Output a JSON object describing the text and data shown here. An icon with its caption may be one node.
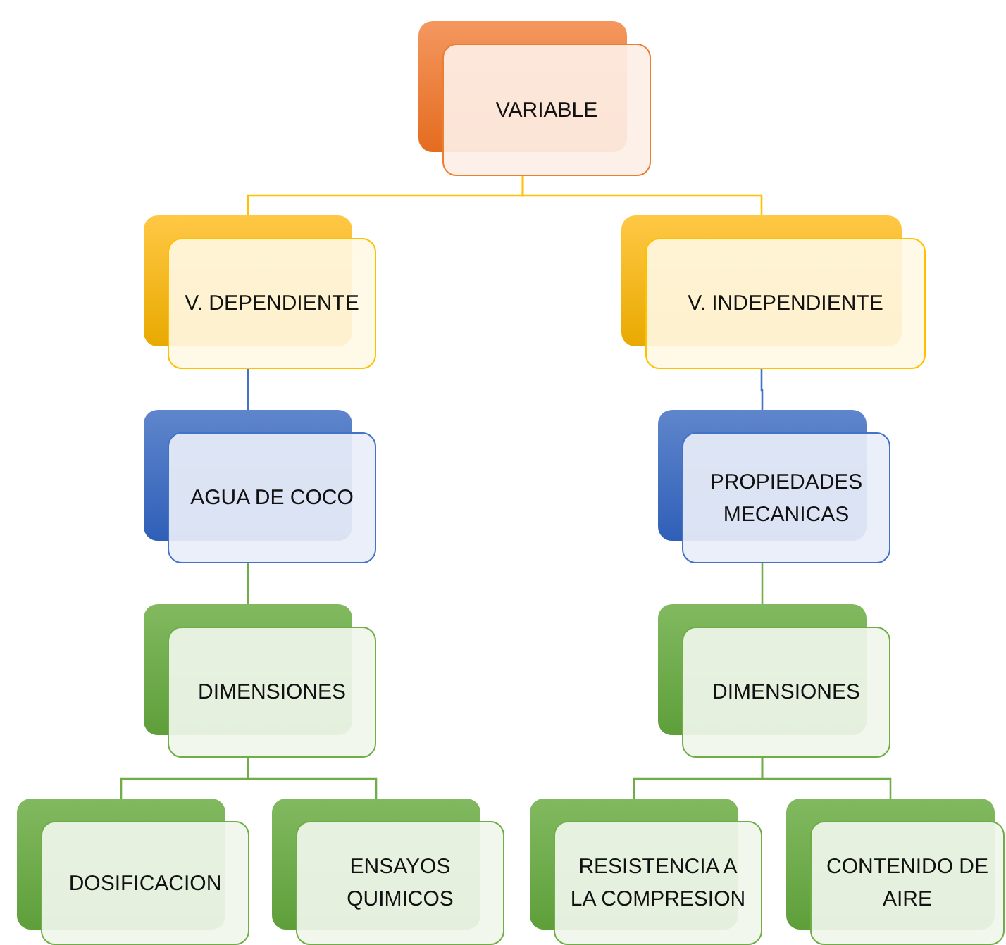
{
  "diagram": {
    "nodes": [
      {
        "text": [
          "VARIABLE"
        ]
      },
      {
        "text": [
          "V. DEPENDIENTE"
        ]
      },
      {
        "text": [
          "V. INDEPENDIENTE"
        ]
      },
      {
        "text": [
          "AGUA DE COCO"
        ]
      },
      {
        "text": [
          "PROPIEDADES MECANICAS"
        ]
      },
      {
        "text": [
          "DIMENSIONES"
        ]
      },
      {
        "text": [
          "DIMENSIONES"
        ]
      },
      {
        "text": [
          "DOSIFICACION"
        ]
      },
      {
        "text": [
          "ENSAYOS QUIMICOS"
        ]
      },
      {
        "text": [
          "RESISTENCIA A LA COMPRESION"
        ]
      },
      {
        "text": [
          "CONTENIDO DE AIRE"
        ]
      }
    ],
    "edges": [
      {
        "from": 0,
        "to": 1,
        "arrow": "none",
        "color": "#ffc000"
      },
      {
        "from": 0,
        "to": 2,
        "arrow": "none",
        "color": "#ffc000"
      },
      {
        "from": 1,
        "to": 3,
        "arrow": "none",
        "color": "#4472c4"
      },
      {
        "from": 2,
        "to": 4,
        "arrow": "none",
        "color": "#4472c4"
      },
      {
        "from": 3,
        "to": 5,
        "arrow": "none"
      },
      {
        "from": 4,
        "to": 6,
        "arrow": "none"
      },
      {
        "from": 5,
        "to": 7,
        "arrow": "none"
      },
      {
        "from": 5,
        "to": 8,
        "arrow": "none"
      },
      {
        "from": 6,
        "to": 9,
        "arrow": "none"
      },
      {
        "from": 6,
        "to": 10,
        "arrow": "none"
      }
    ]
  }
}
